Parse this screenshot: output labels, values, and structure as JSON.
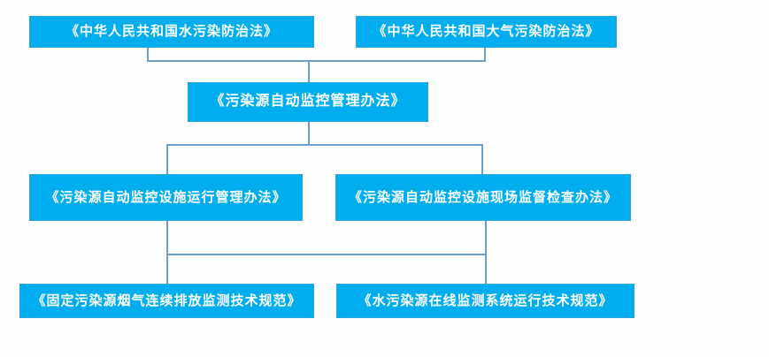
{
  "diagram": {
    "description": "Hierarchy of Chinese pollution-source monitoring laws and regulations",
    "colors": {
      "node_fill": "#00AEEF",
      "node_text": "#FFFFFF",
      "connector": "#6F9EC9",
      "background": "#FEFEFE"
    },
    "nodes": [
      {
        "id": "water-pollution-law",
        "label": "《中华人民共和国水污染防治法》"
      },
      {
        "id": "air-pollution-law",
        "label": "《中华人民共和国大气污染防治法》"
      },
      {
        "id": "auto-monitoring-measures",
        "label": "《污染源自动监控管理办法》"
      },
      {
        "id": "facility-operation-measures",
        "label": "《污染源自动监控设施运行管理办法》"
      },
      {
        "id": "onsite-inspection-measures",
        "label": "《污染源自动监控设施现场监督检查办法》"
      },
      {
        "id": "flue-gas-cems-standard",
        "label": "《固定污染源烟气连续排放监测技术规范》"
      },
      {
        "id": "water-online-monitoring-standard",
        "label": "《水污染源在线监测系统运行技术规范》"
      }
    ],
    "edges": [
      {
        "from": "water-pollution-law",
        "to": "auto-monitoring-measures"
      },
      {
        "from": "air-pollution-law",
        "to": "auto-monitoring-measures"
      },
      {
        "from": "auto-monitoring-measures",
        "to": "facility-operation-measures"
      },
      {
        "from": "auto-monitoring-measures",
        "to": "onsite-inspection-measures"
      },
      {
        "from": "facility-operation-measures",
        "to": "flue-gas-cems-standard"
      },
      {
        "from": "onsite-inspection-measures",
        "to": "water-online-monitoring-standard"
      }
    ]
  }
}
